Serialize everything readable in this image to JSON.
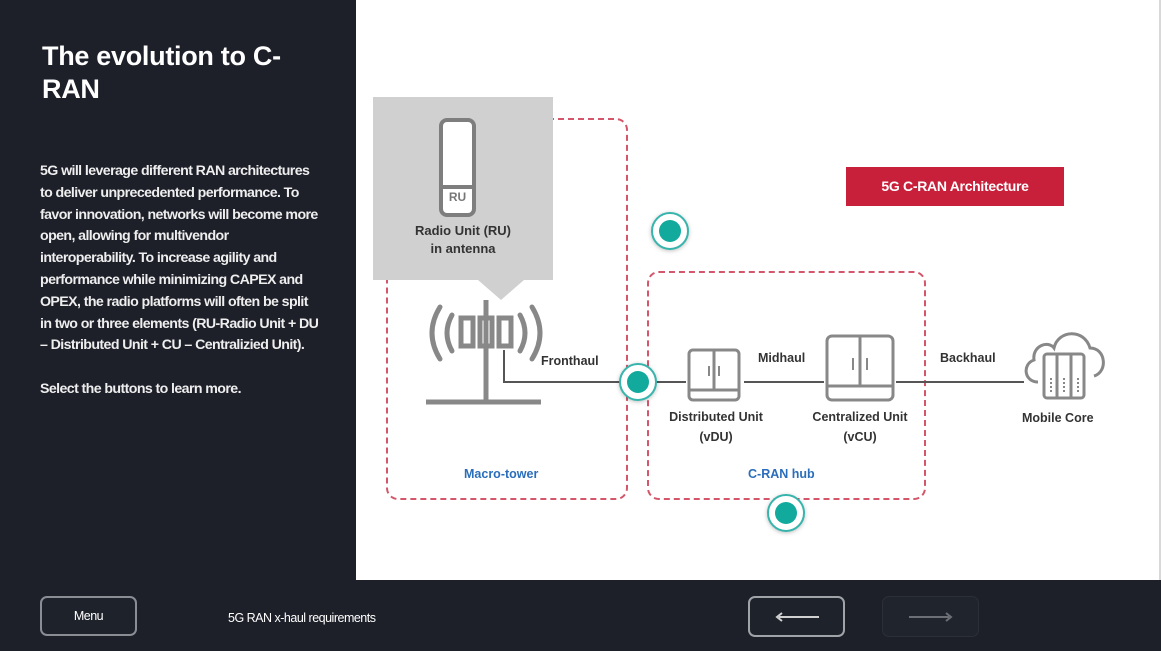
{
  "sidebar": {
    "title": "The evolution to C-RAN",
    "paragraphs": [
      "5G will leverage different RAN architectures to deliver unprecedented performance. To favor innovation, networks will become more open, allowing for multivendor interoperability. To increase agility and performance while minimizing CAPEX and OPEX, the radio platforms will often be split in two or three elements (RU-Radio Unit + DU – Distributed Unit + CU – Centralizied Unit).",
      "Select the buttons to learn more."
    ]
  },
  "diagram": {
    "badge": "5G C-RAN Architecture",
    "ru_card": {
      "icon_text": "RU",
      "label_line1": "Radio Unit (RU)",
      "label_line2": "in antenna"
    },
    "links": {
      "fronthaul": "Fronthaul",
      "midhaul": "Midhaul",
      "backhaul": "Backhaul"
    },
    "nodes": {
      "du_line1": "Distributed Unit",
      "du_line2": "(vDU)",
      "cu_line1": "Centralized Unit",
      "cu_line2": "(vCU)",
      "core": "Mobile Core"
    },
    "zones": {
      "macro": "Macro-tower",
      "hub": "C-RAN hub"
    },
    "colors": {
      "hotspot": "#11aa9c",
      "badge": "#c8203a",
      "zone_border": "#d3566a",
      "zone_label": "#2a6ebb"
    }
  },
  "footer": {
    "menu_label": "Menu",
    "section_title": "5G RAN x-haul requirements",
    "prev_icon": "arrow-left",
    "next_icon": "arrow-right"
  }
}
